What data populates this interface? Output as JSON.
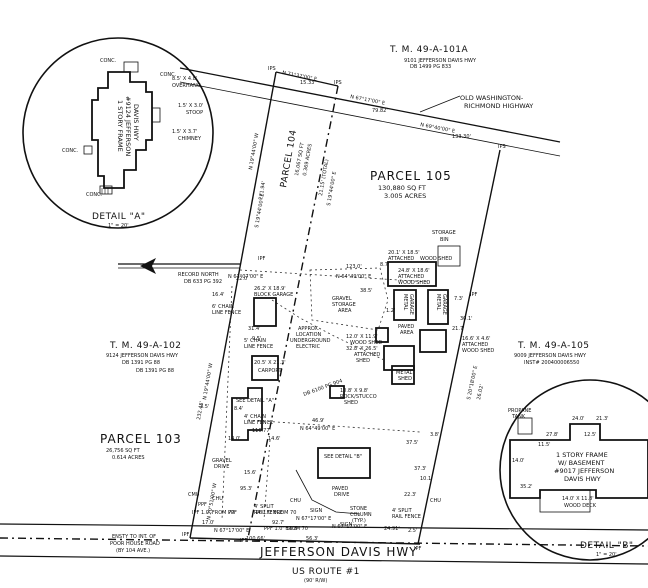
{
  "detail_a": {
    "title": "DETAIL \"A\"",
    "scale": "1\" = 20'",
    "house": [
      "1 STORY FRAME",
      "#9124 JEFFERSON",
      "DAVIS HWY"
    ],
    "labels": [
      "CONC.",
      "CONC.",
      "8.5' X 4.8'",
      "OVERHANG",
      "1.5' X 3.0'",
      "STOOP",
      "1.5' X 3.7'",
      "CHIMNEY",
      "CONC.",
      "CONC."
    ]
  },
  "detail_b": {
    "title": "DETAIL \"B\"",
    "scale": "1\" = 20'",
    "house": [
      "1 STORY FRAME",
      "W/ BASEMENT",
      "#9017 JEFFERSON",
      "DAVIS HWY"
    ],
    "labels": [
      "PROPANE",
      "TANK",
      "24.0'",
      "21.3'",
      "27.8'",
      "14.0'",
      "35.2'",
      "14.0' X 11.8'",
      "WOOD DECK",
      "11.5'",
      "12.5'"
    ]
  },
  "tm_top": {
    "title": "T. M. 49-A-101A",
    "lines": [
      "9101 JEFFERSON DAVIS HWY",
      "DB 1499 PG 833"
    ]
  },
  "old_highway": [
    "OLD WASHINGTON-",
    "RICHMOND HIGHWAY"
  ],
  "parcel_105": {
    "name": "PARCEL 105",
    "lines": [
      "130,880 SQ FT",
      "3.005 ACRES"
    ]
  },
  "parcel_104": {
    "name": "PARCEL 104",
    "lines": [
      "16,067 SQ FT",
      "0.369 ACRES"
    ]
  },
  "parcel_103": {
    "name": "PARCEL 103",
    "lines": [
      "26,756 SQ FT",
      "0.614 ACRES"
    ]
  },
  "tm_left": {
    "title": "T. M. 49-A-102",
    "lines": [
      "9124 JEFFERSON DAVIS HWY",
      "DB 1391 PG 88"
    ]
  },
  "tm_right": {
    "title": "T. M. 49-A-105",
    "lines": [
      "9009 JEFFERSON DAVIS HWY",
      "INST# 200400006550"
    ]
  },
  "record_north": [
    "RECORD NORTH",
    "DB 633 PG 392"
  ],
  "structures": [
    "STORAGE",
    "BIN",
    "20.1' X 18.5'",
    "ATTACHED",
    "WOOD SHED",
    "24.8' X 18.6'",
    "ATTACHED",
    "WOOD SHED",
    "METAL",
    "GARAGE",
    "METAL",
    "GARAGE",
    "PAVED",
    "AREA",
    "16.6' X 4.6'",
    "ATTACHED",
    "WOOD SHED",
    "12.0' X 11.9'",
    "WOOD SHED",
    "32.8' X 26.5'",
    "ATTACHED",
    "SHED",
    "METAL",
    "SHED",
    "GRAVEL",
    "STORAGE",
    "AREA",
    "APPROX.",
    "LOCATION",
    "UNDERGROUND",
    "ELECTRIC",
    "26.2' X 18.9'",
    "BLOCK GARAGE",
    "6' CHAIN",
    "LINE FENCE",
    "5' CHAIN",
    "LINE FENCE",
    "20.5' X 21.3'",
    "CARPORT",
    "10.8' X 9.8'",
    "ROCK/STUCCO",
    "SHED",
    "4' CHAIN",
    "LINE FENCE",
    "GRAVEL",
    "DRIVE",
    "SEE DETAIL \"B\"",
    "PAVED",
    "DRIVE",
    "STONE",
    "COLUMN",
    "(TYP.)",
    "4' SPLIT",
    "RAIL FENCE",
    "4' SPLIT",
    "RAIL FENCE",
    "SEE DETAIL \"A\"",
    "DB 6100 PG 904",
    "DB 1391 PG 88"
  ],
  "bearings": [
    "N 71°37'00\" E",
    "N 67°17'00\" E",
    "N 69°40'00\" E",
    "N 67°17'00\" E",
    "N 61°07'00\" E",
    "N 64°49'00\" E",
    "N 64°49'00\" E",
    "S 19°44'00\" E",
    "S 19°44'00\" E",
    "S 20°18'00\" E",
    "N 20°51'00\" W",
    "N 19°44'00\" W",
    "N 19°44'00\" W",
    "N 67°17'00\" E",
    "N 67°17'00\" E"
  ],
  "distances": [
    "15.33'",
    "79.82'",
    "133.30'",
    "271.94'",
    "21.15' (TOTAL)",
    "26.02'",
    "232.45'",
    "116.77'",
    "123.0'",
    "22.0'",
    "16.4'",
    "9.5'",
    "8.4'",
    "7.3'",
    "37.5'",
    "1.2'",
    "37.3'",
    "22.3'",
    "14.6'",
    "3.5'",
    "46.9'",
    "92.7'",
    "30.1'",
    "8.7'",
    "21.7'",
    "38.5'",
    "95.3'",
    "31.4'",
    "100.66'",
    "24.91'",
    "17.0'",
    "13.8'",
    "15.6'",
    "14.0'",
    "2.5'",
    "56.3'",
    "10.1'",
    "3.8'"
  ],
  "markers": [
    "IPS",
    "IPS",
    "IPS",
    "IPF",
    "IPF",
    "IPF",
    "IPF",
    "IPF",
    "PPF",
    "PPF",
    "CHU",
    "CHU",
    "CHU",
    "CMU",
    "SIGN",
    "SIGN"
  ],
  "pins": [
    "IPF 1.0' FROM 70",
    "IPF 1.0' FROM 70",
    "PPF 1.0' FROM 70"
  ],
  "road_note": [
    "ENSTY TO INT. OF",
    "POOR HOUSE ROAD",
    "(BY 104 AVE.)"
  ],
  "road": {
    "name": "JEFFERSON DAVIS HWY",
    "route": "US ROUTE #1",
    "width": "(90' R/W)"
  }
}
